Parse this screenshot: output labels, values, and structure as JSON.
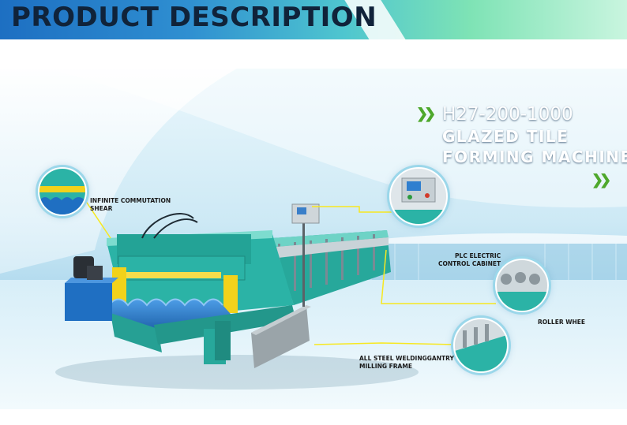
{
  "header": {
    "title": "PRODUCT DESCRIPTION"
  },
  "product": {
    "model": "H27-200-1000",
    "name_line1": "GLAZED TILE",
    "name_line2": "FORMING MACHINE"
  },
  "callouts": {
    "shear": "INFINITE COMMUTATION\nSHEAR",
    "plc": "PLC ELECTRIC\nCONTROL CABINET",
    "roller": "ROLLER WHEE",
    "frame": "ALL STEEL WELDINGGANTRY\nMILLING FRAME"
  },
  "icons": {
    "title_chevron": "double-chevron-right",
    "subtitle_chevron": "double-chevron-right"
  },
  "colors": {
    "machine_body": "#2bb3a6",
    "tile_blue": "#1f6fc2",
    "accent_yellow": "#f2d21b",
    "callout_line": "#f7e820",
    "chevron_green": "#4ea82c"
  }
}
